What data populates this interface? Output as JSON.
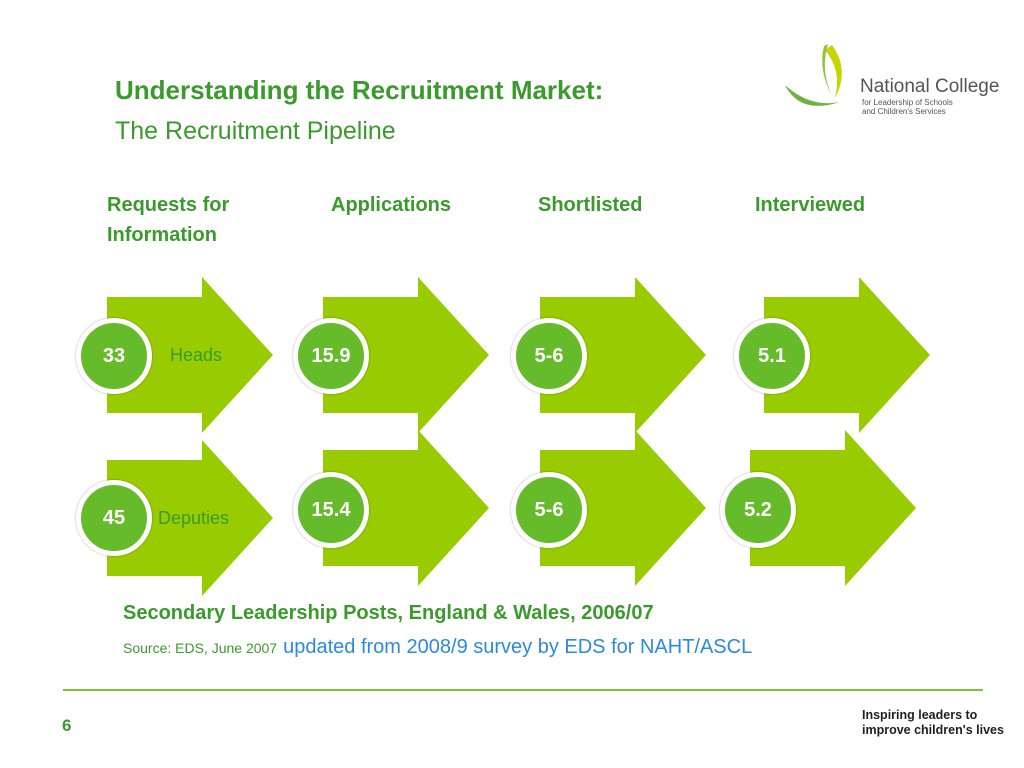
{
  "title": "Understanding the Recruitment Market:",
  "subtitle": "The Recruitment Pipeline",
  "logo": {
    "name": "National College",
    "sub_line1": "for Leadership of Schools",
    "sub_line2": "and Children's Services"
  },
  "stages": [
    {
      "line1": "Requests for",
      "line2": "Information"
    },
    {
      "line1": "Applications",
      "line2": ""
    },
    {
      "line1": "Shortlisted",
      "line2": ""
    },
    {
      "line1": "Interviewed",
      "line2": ""
    }
  ],
  "rows": [
    {
      "label": "Heads",
      "values": [
        "33",
        "15.9",
        "5-6",
        "5.1"
      ]
    },
    {
      "label": "Deputies",
      "values": [
        "45",
        "15.4",
        "5-6",
        "5.2"
      ]
    }
  ],
  "caption": "Secondary Leadership Posts, England & Wales, 2006/07",
  "source": "Source: EDS, June 2007",
  "update_note": "updated from 2008/9 survey by EDS for NAHT/ASCL",
  "page_number": "6",
  "tagline": {
    "line1": "Inspiring leaders to",
    "line2": "improve children's lives"
  },
  "colors": {
    "arrow_fill": "#99cc00",
    "circle_fill": "#66bb2a",
    "title_green": "#3a9a2c",
    "update_blue": "#2a8adf"
  }
}
